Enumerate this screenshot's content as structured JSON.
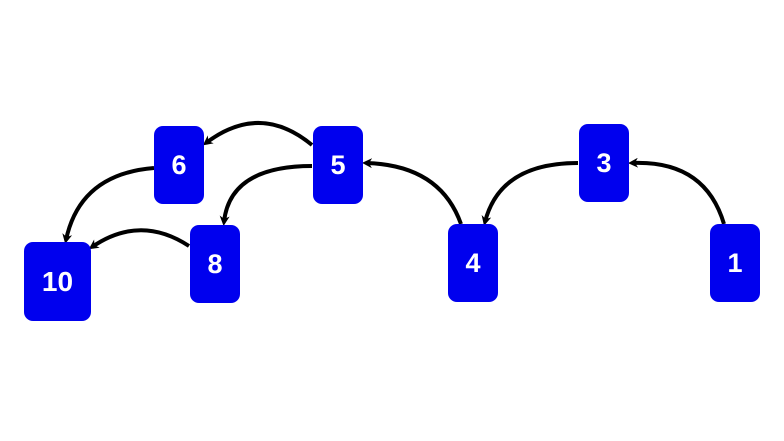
{
  "colors": {
    "node_fill": "#0000ee",
    "node_text": "#ffffff",
    "edge": "#000000",
    "background": "#ffffff"
  },
  "nodes": [
    {
      "id": "1",
      "label": "1"
    },
    {
      "id": "3",
      "label": "3"
    },
    {
      "id": "4",
      "label": "4"
    },
    {
      "id": "5",
      "label": "5"
    },
    {
      "id": "6",
      "label": "6"
    },
    {
      "id": "8",
      "label": "8"
    },
    {
      "id": "10",
      "label": "10"
    }
  ],
  "edges": [
    {
      "from": "1",
      "to": "3"
    },
    {
      "from": "3",
      "to": "4"
    },
    {
      "from": "4",
      "to": "5"
    },
    {
      "from": "5",
      "to": "6"
    },
    {
      "from": "5",
      "to": "8"
    },
    {
      "from": "6",
      "to": "10"
    },
    {
      "from": "8",
      "to": "10"
    }
  ]
}
